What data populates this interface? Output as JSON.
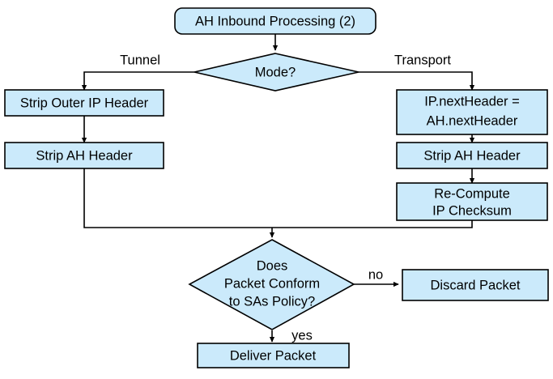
{
  "diagram": {
    "title": "AH Inbound Processing (2)",
    "colors": {
      "node_fill": "#cbeafb",
      "stroke": "#000000",
      "background": "#ffffff",
      "text": "#000000"
    },
    "nodes": {
      "start": {
        "label": "AH Inbound Processing (2)",
        "shape": "rounded-rectangle"
      },
      "mode_decision": {
        "label": "Mode?",
        "shape": "diamond"
      },
      "strip_outer_ip_header": {
        "label": "Strip Outer IP Header",
        "shape": "rectangle"
      },
      "strip_ah_header_tunnel": {
        "label": "Strip AH Header",
        "shape": "rectangle"
      },
      "next_header_assign": {
        "label_line1": "IP.nextHeader =",
        "label_line2": "AH.nextHeader",
        "shape": "rectangle"
      },
      "strip_ah_header_transport": {
        "label": "Strip AH Header",
        "shape": "rectangle"
      },
      "recompute_checksum": {
        "label_line1": "Re-Compute",
        "label_line2": "IP Checksum",
        "shape": "rectangle"
      },
      "policy_decision": {
        "label_line1": "Does",
        "label_line2": "Packet Conform",
        "label_line3": "to SAs Policy?",
        "shape": "diamond"
      },
      "discard_packet": {
        "label": "Discard Packet",
        "shape": "rectangle"
      },
      "deliver_packet": {
        "label": "Deliver Packet",
        "shape": "rectangle"
      }
    },
    "edge_labels": {
      "tunnel": "Tunnel",
      "transport": "Transport",
      "no": "no",
      "yes": "yes"
    }
  }
}
